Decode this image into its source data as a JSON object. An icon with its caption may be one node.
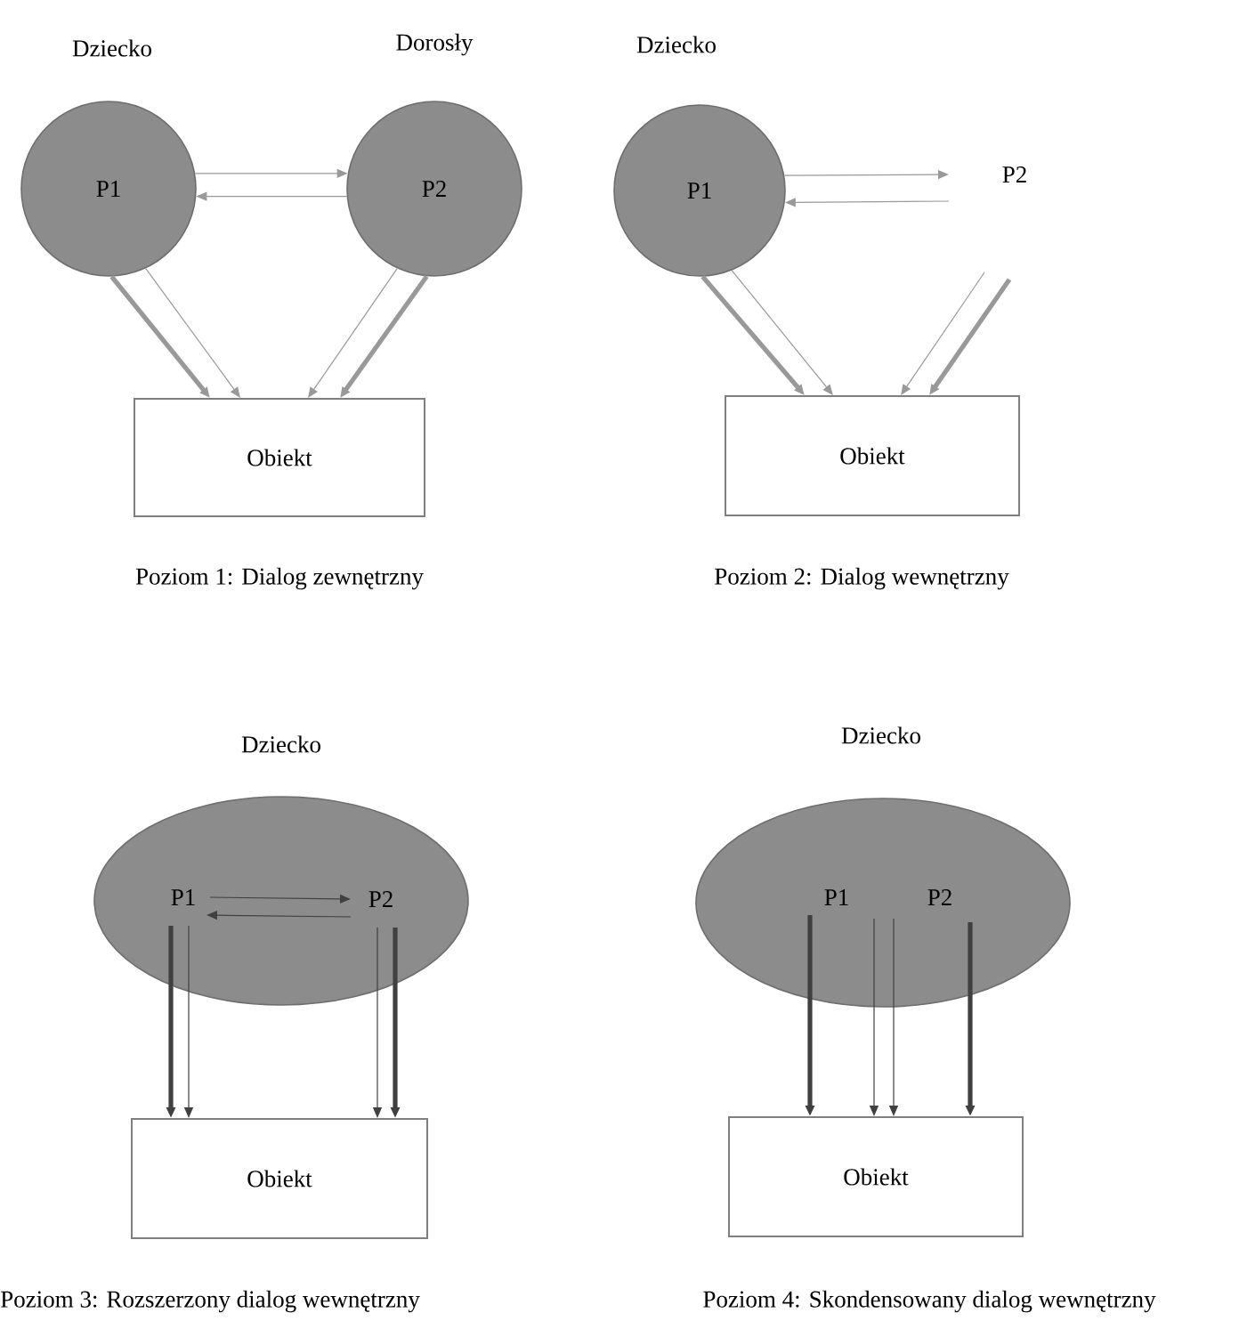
{
  "diagram": {
    "nodes": [
      {
        "text": [
          "Dziecko",
          "P1"
        ]
      },
      {
        "text": [
          "Dorosły",
          "P2"
        ]
      },
      {
        "text": [
          "Obiekt"
        ]
      },
      {
        "text": [
          "Dziecko",
          "P1"
        ]
      },
      {
        "text": [
          "P2"
        ]
      },
      {
        "text": [
          "Obiekt"
        ]
      },
      {
        "text": [
          "Dziecko"
        ]
      },
      {
        "text": [
          "P1"
        ],
        "in": 6
      },
      {
        "text": [
          "P2"
        ],
        "in": 6
      },
      {
        "text": [
          "Obiekt"
        ]
      },
      {
        "text": [
          "Dziecko"
        ]
      },
      {
        "text": [
          "P1"
        ],
        "in": 10
      },
      {
        "text": [
          "P2"
        ],
        "in": 10
      },
      {
        "text": [
          "Obiekt"
        ]
      }
    ],
    "edges": [
      {
        "from": 0,
        "to": 1,
        "arrow": "to"
      },
      {
        "from": 1,
        "to": 0,
        "arrow": "to"
      },
      {
        "from": 0,
        "to": 2,
        "arrow": "to",
        "style": "thick"
      },
      {
        "from": 0,
        "to": 2,
        "arrow": "to"
      },
      {
        "from": 1,
        "to": 2,
        "arrow": "to"
      },
      {
        "from": 1,
        "to": 2,
        "arrow": "to",
        "style": "thick"
      },
      {
        "from": 3,
        "to": 4,
        "arrow": "to"
      },
      {
        "from": 4,
        "to": 3,
        "arrow": "to"
      },
      {
        "from": 3,
        "to": 5,
        "arrow": "to",
        "style": "thick"
      },
      {
        "from": 3,
        "to": 5,
        "arrow": "to"
      },
      {
        "from": 4,
        "to": 5,
        "arrow": "to"
      },
      {
        "from": 4,
        "to": 5,
        "arrow": "to",
        "style": "thick"
      },
      {
        "from": 7,
        "to": 8,
        "arrow": "to",
        "color": "#404040"
      },
      {
        "from": 8,
        "to": 7,
        "arrow": "to",
        "color": "#404040"
      },
      {
        "from": 7,
        "to": 9,
        "arrow": "to",
        "style": "thick",
        "color": "#404040"
      },
      {
        "from": 7,
        "to": 9,
        "arrow": "to",
        "color": "#404040"
      },
      {
        "from": 8,
        "to": 9,
        "arrow": "to",
        "color": "#404040"
      },
      {
        "from": 8,
        "to": 9,
        "arrow": "to",
        "style": "thick",
        "color": "#404040"
      },
      {
        "from": 11,
        "to": 13,
        "arrow": "to",
        "style": "thick",
        "color": "#404040"
      },
      {
        "from": 11,
        "to": 13,
        "arrow": "to",
        "color": "#404040"
      },
      {
        "from": 12,
        "to": 13,
        "arrow": "to",
        "color": "#404040"
      },
      {
        "from": 12,
        "to": 13,
        "arrow": "to",
        "style": "thick",
        "color": "#404040"
      }
    ],
    "labels": [
      "Poziom 1: Dialog zewnętrzny",
      "Poziom 2: Dialog wewnętrzny",
      "Poziom 3: Rozszerzony dialog wewnętrzny",
      "Poziom 4: Skondensowany dialog wewnętrzny"
    ]
  }
}
